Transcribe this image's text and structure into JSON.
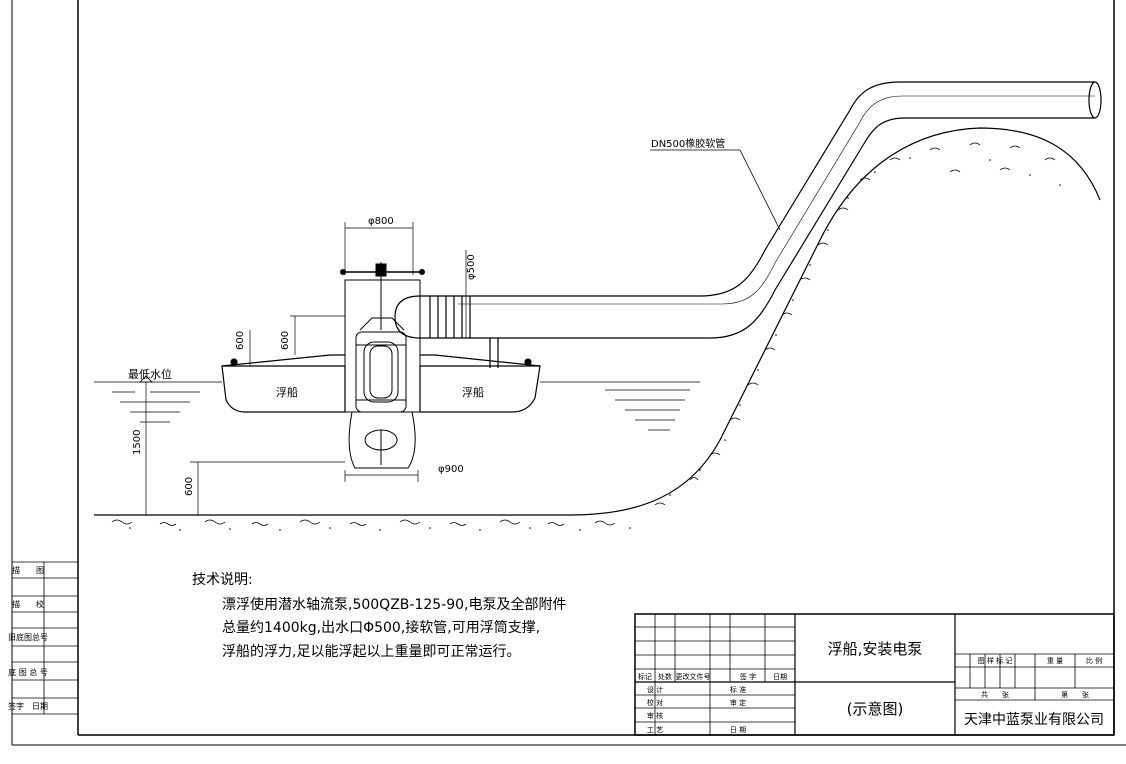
{
  "drawing": {
    "labels": {
      "hose": "DN500橡胶软管",
      "min_water_level": "最低水位",
      "pontoon_left": "浮船",
      "pontoon_right": "浮船",
      "dim_top_width": "φ800",
      "dim_outlet": "φ500",
      "dim_bottom_width": "φ900",
      "dim_600_a": "600",
      "dim_600_b": "600",
      "dim_1500": "1500",
      "dim_600_c": "600"
    }
  },
  "notes": {
    "title": "技术说明:",
    "lines": [
      "漂浮使用潜水轴流泵,500QZB-125-90,电泵及全部附件",
      "总量约1400kg,出水口Φ500,接软管,可用浮筒支撑,",
      "浮船的浮力,足以能浮起以上重量即可正常运行。"
    ]
  },
  "side_panel": {
    "rows": [
      "描　　图",
      "描　　校",
      "旧底图总号",
      "底 图 总 号",
      "签字　日期"
    ]
  },
  "title_block": {
    "rev_headers": [
      "标记",
      "处数",
      "更改文件号",
      "签 字",
      "日期"
    ],
    "sign_rows": [
      {
        "left": "设 计",
        "right": "标 准"
      },
      {
        "left": "校 对",
        "right": "审 定"
      },
      {
        "left": "审 核",
        "right": ""
      },
      {
        "left": "工 艺",
        "right": "日 期"
      }
    ],
    "name": "浮船,安装电泵",
    "subname": "(示意图)",
    "mark_headers": [
      "图 样 标 记",
      "重 量",
      "比 例"
    ],
    "sheet_total": "共　　张",
    "sheet_no": "第　　张",
    "company": "天津中蓝泵业有限公司"
  }
}
